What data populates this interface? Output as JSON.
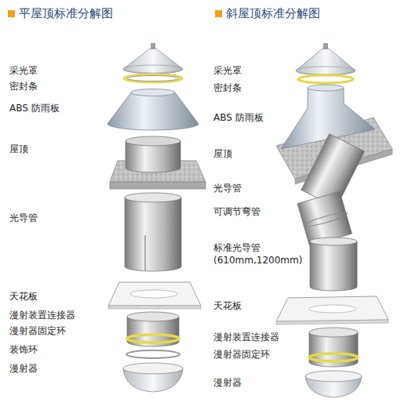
{
  "diagram": {
    "labels": [
      "平屋顶标准分解图",
      "采光罩",
      "密封条",
      "ABS 防雨板",
      "屋顶",
      "光导管",
      "天花板",
      "漫射装置连接器",
      "漫射器固定环",
      "装饰环",
      "漫射器",
      "斜屋顶标准分解图",
      "采光罩",
      "密封条",
      "ABS 防雨板",
      "屋顶",
      "光导管",
      "可调节弯管",
      "标准光导管 (610mm,1200mm)",
      "天花板",
      "漫射装置连接器",
      "漫射器固定环",
      "漫射器"
    ]
  }
}
